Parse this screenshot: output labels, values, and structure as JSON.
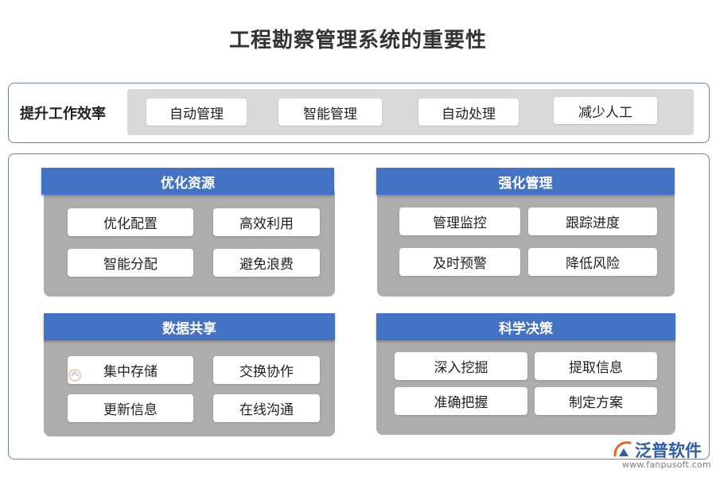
{
  "title": "工程勘察管理系统的重要性",
  "efficiency": {
    "label": "提升工作效率",
    "items": [
      "自动管理",
      "智能管理",
      "自动处理",
      "减少人工"
    ]
  },
  "groups": [
    {
      "title": "优化资源",
      "items": [
        "优化配置",
        "高效利用",
        "智能分配",
        "避免浪费"
      ]
    },
    {
      "title": "强化管理",
      "items": [
        "管理监控",
        "跟踪进度",
        "及时预警",
        "降低风险"
      ]
    },
    {
      "title": "数据共享",
      "items": [
        "集中存储",
        "交换协作",
        "更新信息",
        "在线沟通"
      ]
    },
    {
      "title": "科学决策",
      "items": [
        "深入挖掘",
        "提取信息",
        "准确把握",
        "制定方案"
      ]
    }
  ],
  "brand": {
    "name": "泛普软件",
    "url": "www.fanpusoft.com",
    "logo_icon": "fanpu-logo-icon"
  },
  "colors": {
    "header_blue": "#4472c4",
    "panel_border": "#6a7fb2",
    "group_body": "#adadad",
    "strip_gray": "#d9d9d9",
    "brand_blue": "#2f5ea8",
    "logo_orange": "#e8642b"
  }
}
